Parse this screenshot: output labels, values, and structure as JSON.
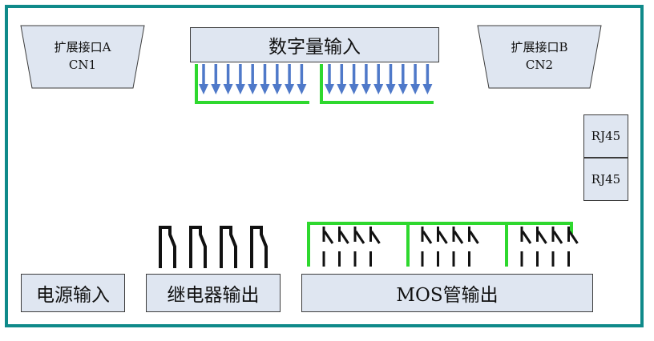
{
  "connectors": {
    "cn1": {
      "line1": "扩展接口A",
      "line2": "CN1"
    },
    "cn2": {
      "line1": "扩展接口B",
      "line2": "CN2"
    }
  },
  "digital_input": {
    "label": "数字量输入",
    "group_count": 2,
    "arrows_per_group": 9
  },
  "rj45": {
    "top": "RJ45",
    "bottom": "RJ45"
  },
  "relay_output": {
    "label": "继电器输出",
    "contact_count": 4
  },
  "mos_output": {
    "label": "MOS管输出",
    "group_count": 3,
    "switches_per_group": 4
  },
  "power_input": {
    "label": "电源输入"
  },
  "colors": {
    "frame": "#0f8a8a",
    "box_fill": "#dfe6f1",
    "bus_green": "#2ed82e",
    "arrow_blue": "#4f79c9",
    "contact_black": "#111111"
  }
}
